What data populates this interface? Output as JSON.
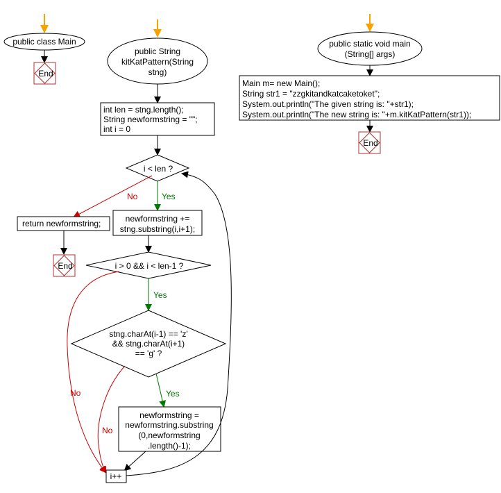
{
  "class_block": {
    "title": "public class Main",
    "end": "End"
  },
  "kitkat_block": {
    "title": [
      "public String",
      "kitKatPattern(String",
      "stng)"
    ],
    "init": [
      "int len = stng.length();",
      "String newformstring = \"\";",
      "int i = 0"
    ],
    "cond_loop": "i < len ?",
    "label_no": "No",
    "label_yes": "Yes",
    "return_stmt": "return newformstring;",
    "end": "End",
    "append": [
      "newformstring +=",
      "stng.substring(i,i+1);"
    ],
    "cond_range": "i > 0 && i < len-1 ?",
    "label_yes2": "Yes",
    "cond_char": [
      "stng.charAt(i-1) == 'z'",
      "&& stng.charAt(i+1)",
      "== 'g' ?"
    ],
    "label_yes3": "Yes",
    "label_no2": "No",
    "label_no3": "No",
    "trim": [
      "newformstring =",
      "newformstring.substring",
      "(0,newformstring",
      ".length()-1);"
    ],
    "increment": "i++"
  },
  "main_block": {
    "title": [
      "public static void main",
      "(String[] args)"
    ],
    "code": [
      "Main m= new Main();",
      "String str1 = \"zzgkitandkatcaketoket\";",
      "System.out.println(\"The given string is: \"+str1);",
      "System.out.println(\"The new string is: \"+m.kitKatPattern(str1));"
    ],
    "end": "End"
  },
  "colors": {
    "start_arrow": "#f5a300",
    "line": "#000000",
    "no_branch": "#cc0000",
    "yes_branch": "#007700",
    "end_border": "#b03030"
  }
}
